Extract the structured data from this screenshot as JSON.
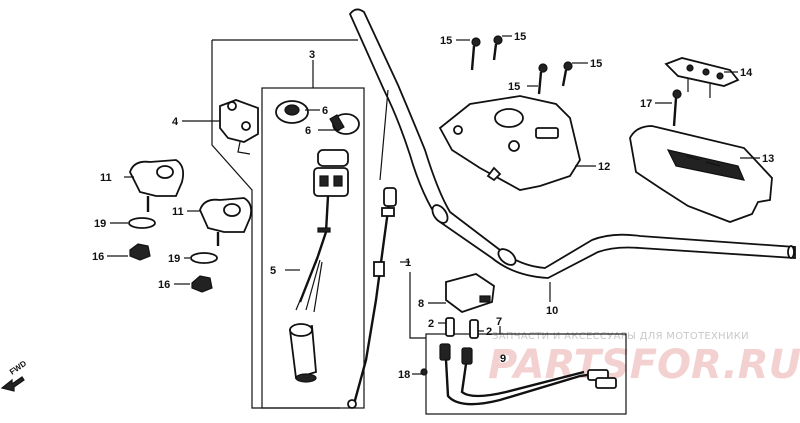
{
  "watermark": {
    "top_text": "ЗАПЧАСТИ И АКСЕССУАРЫ ДЛЯ МОТОТЕХНИКИ",
    "logo_text": "PARTSFOR.RU"
  },
  "direction_label": "FWD",
  "callouts": {
    "c1": "1",
    "c2a": "2",
    "c2b": "2",
    "c3": "3",
    "c4": "4",
    "c5": "5",
    "c6a": "6",
    "c6b": "6",
    "c7": "7",
    "c8": "8",
    "c9": "9",
    "c10": "10",
    "c11a": "11",
    "c11b": "11",
    "c12": "12",
    "c13": "13",
    "c14": "14",
    "c15a": "15",
    "c15b": "15",
    "c15c": "15",
    "c15d": "15",
    "c16a": "16",
    "c16b": "16",
    "c17": "17",
    "c18": "18",
    "c19a": "19",
    "c19b": "19"
  }
}
